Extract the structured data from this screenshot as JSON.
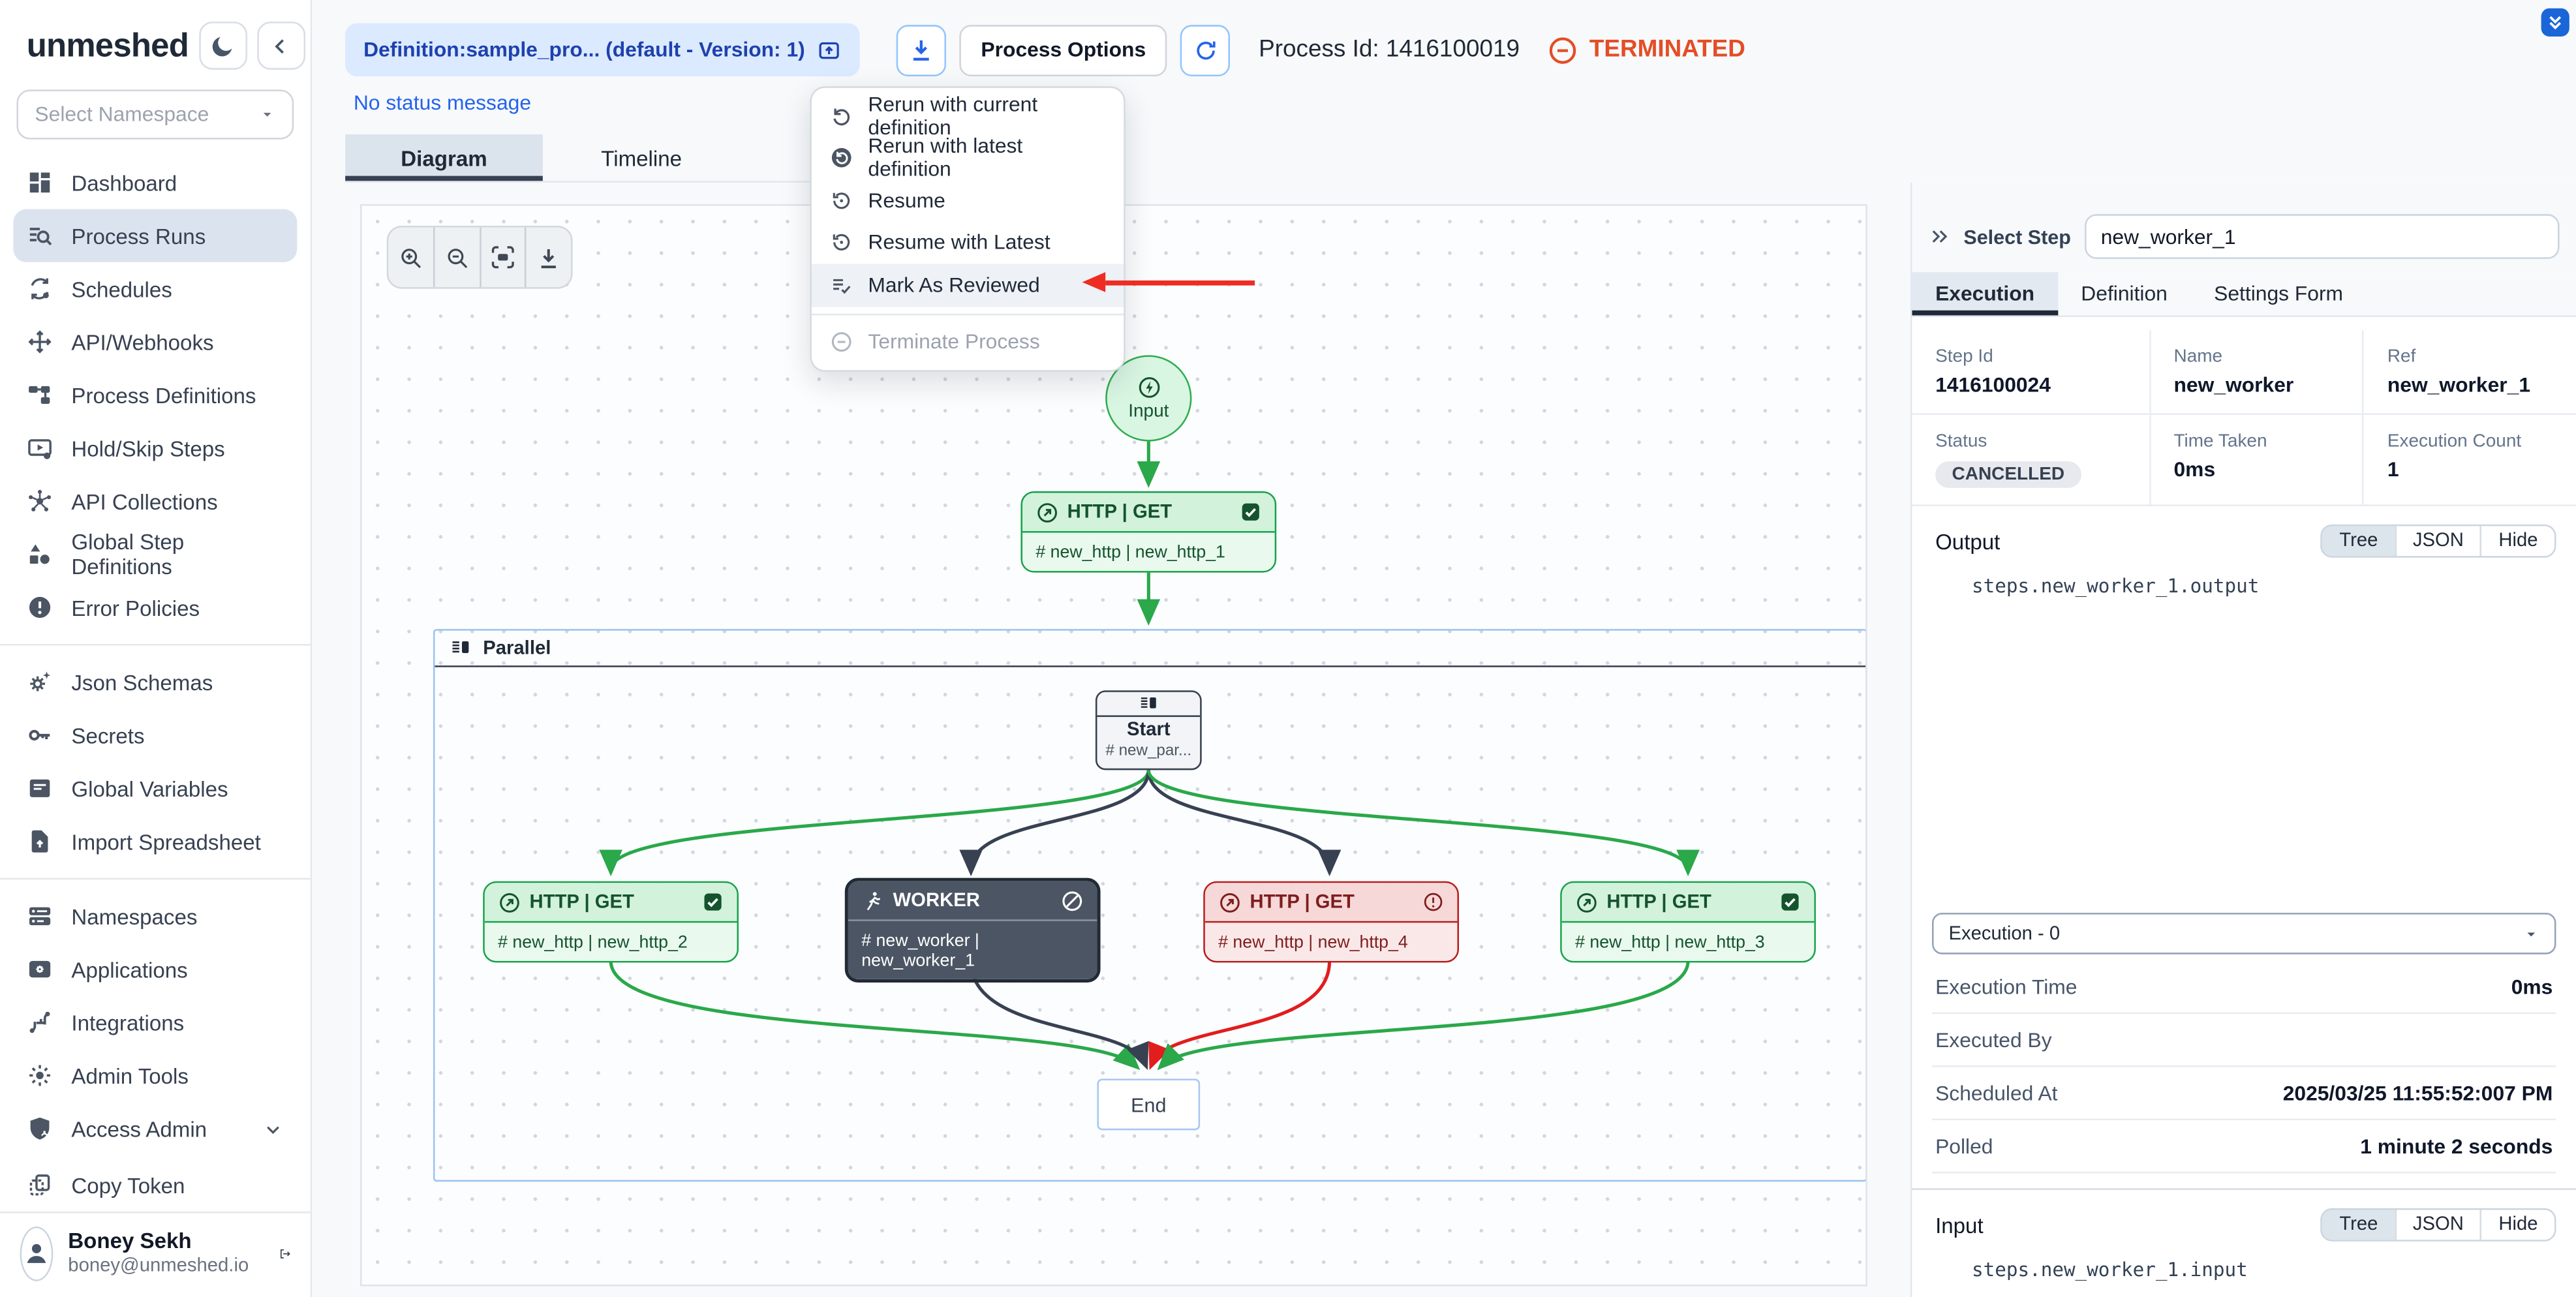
{
  "app": {
    "name": "unmeshed"
  },
  "colors": {
    "accent_blue": "#2563eb",
    "success_green": "#16a34a",
    "error_red": "#dc2626",
    "terminated": "#e44d26",
    "node_dark": "#4b5563",
    "brand_underline": "#3b82f6"
  },
  "sidebar": {
    "namespace_placeholder": "Select Namespace",
    "items": [
      {
        "label": "Dashboard",
        "icon": "dashboard-icon"
      },
      {
        "label": "Process Runs",
        "icon": "process-runs-icon"
      },
      {
        "label": "Schedules",
        "icon": "schedules-icon"
      },
      {
        "label": "API/Webhooks",
        "icon": "api-webhooks-icon"
      },
      {
        "label": "Process Definitions",
        "icon": "process-definitions-icon"
      },
      {
        "label": "Hold/Skip Steps",
        "icon": "hold-skip-icon"
      },
      {
        "label": "API Collections",
        "icon": "api-collections-icon"
      },
      {
        "label": "Global Step Definitions",
        "icon": "global-step-icon"
      },
      {
        "label": "Error Policies",
        "icon": "error-policies-icon"
      },
      {
        "label": "Json Schemas",
        "icon": "json-schemas-icon"
      },
      {
        "label": "Secrets",
        "icon": "secrets-icon"
      },
      {
        "label": "Global Variables",
        "icon": "global-variables-icon"
      },
      {
        "label": "Import Spreadsheet",
        "icon": "import-spreadsheet-icon"
      },
      {
        "label": "Namespaces",
        "icon": "namespaces-icon"
      },
      {
        "label": "Applications",
        "icon": "applications-icon"
      },
      {
        "label": "Integrations",
        "icon": "integrations-icon"
      },
      {
        "label": "Admin Tools",
        "icon": "admin-tools-icon"
      },
      {
        "label": "Access Admin",
        "icon": "access-admin-icon"
      },
      {
        "label": "Copy Token",
        "icon": "copy-token-icon"
      }
    ],
    "user": {
      "name": "Boney Sekh",
      "email": "boney@unmeshed.io"
    }
  },
  "topbar": {
    "definition": "Definition:sample_pro... (default - Version: 1)",
    "status_message": "No status message",
    "process_options": "Process Options",
    "process_id": "Process Id: 1416100019",
    "run_status": "TERMINATED"
  },
  "tabs": {
    "diagram": "Diagram",
    "timeline": "Timeline"
  },
  "menu": {
    "items": [
      {
        "label": "Rerun with current definition"
      },
      {
        "label": "Rerun with latest definition"
      },
      {
        "label": "Resume"
      },
      {
        "label": "Resume with Latest"
      },
      {
        "label": "Mark As Reviewed"
      },
      {
        "label": "Terminate Process"
      }
    ]
  },
  "diagram": {
    "input_label": "Input",
    "parallel_label": "Parallel",
    "end_label": "End",
    "http1": {
      "type": "HTTP | GET",
      "ref": "# new_http | new_http_1"
    },
    "start": {
      "title": "Start",
      "ref": "# new_par..."
    },
    "nodes": [
      {
        "type": "HTTP | GET",
        "ref": "# new_http | new_http_2",
        "status": "success"
      },
      {
        "type": "WORKER",
        "ref": "# new_worker | new_worker_1",
        "status": "cancelled"
      },
      {
        "type": "HTTP | GET",
        "ref": "# new_http | new_http_4",
        "status": "failed"
      },
      {
        "type": "HTTP | GET",
        "ref": "# new_http | new_http_3",
        "status": "success"
      }
    ]
  },
  "panel": {
    "select_step_label": "Select Step",
    "select_step_value": "new_worker_1",
    "tabs": {
      "execution": "Execution",
      "definition": "Definition",
      "settings": "Settings Form"
    },
    "details": {
      "step_id_label": "Step Id",
      "step_id": "1416100024",
      "name_label": "Name",
      "name": "new_worker",
      "ref_label": "Ref",
      "ref": "new_worker_1",
      "status_label": "Status",
      "status": "CANCELLED",
      "time_taken_label": "Time Taken",
      "time_taken": "0ms",
      "execution_count_label": "Execution Count",
      "execution_count": "1"
    },
    "viewer": {
      "tree": "Tree",
      "json": "JSON",
      "hide": "Hide"
    },
    "output": {
      "label": "Output",
      "path": "steps.new_worker_1.output"
    },
    "execution_select": "Execution - 0",
    "rows": [
      {
        "label": "Execution Time",
        "value": "0ms"
      },
      {
        "label": "Executed By",
        "value": ""
      },
      {
        "label": "Scheduled At",
        "value": "2025/03/25 11:55:52:007 PM"
      },
      {
        "label": "Polled",
        "value": "1 minute 2 seconds"
      }
    ],
    "input": {
      "label": "Input",
      "path": "steps.new_worker_1.input"
    }
  }
}
